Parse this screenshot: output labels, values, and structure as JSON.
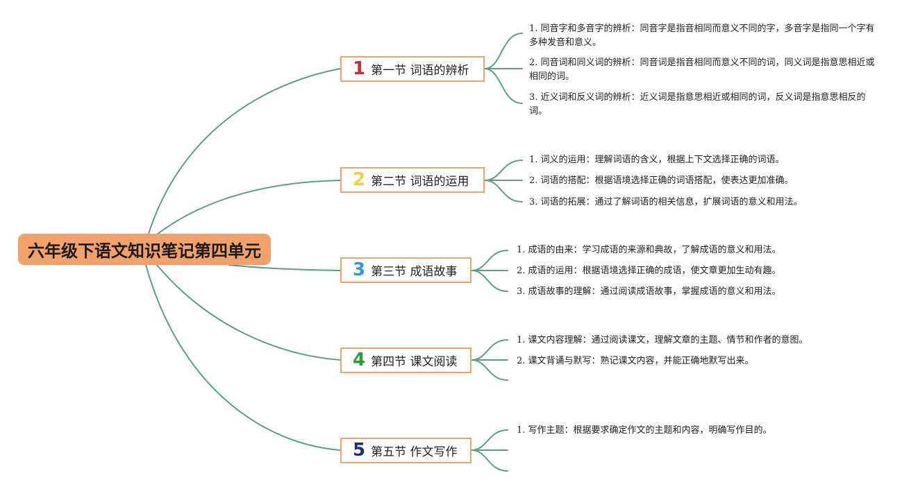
{
  "title": "六年级下语文知识笔记第四单元",
  "colors": {
    "root_fill": "#f0a26a",
    "node_border": "#f0a26a",
    "connector": "#5b9e87"
  },
  "sections": [
    {
      "num": "1",
      "num_color": "#d42a35",
      "label": "第一节 词语的辨析",
      "items": [
        "1. 同音字和多音字的辨析：同音字是指音相同而意义不同的字，多音字是指同一个字有多种发音和意义。",
        "2. 同音词和同义词的辨析：同音词是指音相同而意义不同的词，同义词是指意思相近或相同的词。",
        "3. 近义词和反义词的辨析：近义词是指意思相近或相同的词，反义词是指意思相反的词。"
      ]
    },
    {
      "num": "2",
      "num_color": "#f0cf4a",
      "label": "第二节 词语的运用",
      "items": [
        "1. 词义的运用：理解词语的含义，根据上下文选择正确的词语。",
        "2. 词语的搭配：根据语境选择正确的词语搭配，使表达更加准确。",
        "3. 词语的拓展：通过了解词语的相关信息，扩展词语的意义和用法。"
      ]
    },
    {
      "num": "3",
      "num_color": "#2f9ad6",
      "label": "第三节 成语故事",
      "items": [
        "1. 成语的由来：学习成语的来源和典故，了解成语的意义和用法。",
        "2. 成语的运用：根据语境选择正确的成语，使文章更加生动有趣。",
        "3. 成语故事的理解：通过阅读成语故事，掌握成语的意义和用法。"
      ]
    },
    {
      "num": "4",
      "num_color": "#2e9a3c",
      "label": "第四节 课文阅读",
      "items": [
        "1. 课文内容理解：通过阅读课文，理解文章的主题、情节和作者的意图。",
        "2. 课文背诵与默写：熟记课文内容，并能正确地默写出来。",
        ""
      ]
    },
    {
      "num": "5",
      "num_color": "#1f2f7a",
      "label": "第五节 作文写作",
      "items": [
        "1. 写作主题：根据要求确定作文的主题和内容，明确写作目的。",
        "",
        ""
      ]
    }
  ]
}
